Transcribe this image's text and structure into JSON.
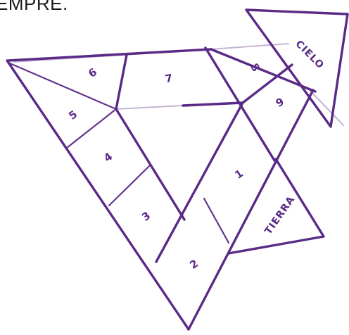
{
  "heading": "EMPRE.",
  "ink_color": "#5a2a86",
  "cells": {
    "c1": "1",
    "c2": "2",
    "c3": "3",
    "c4": "4",
    "c5": "5",
    "c6": "6",
    "c7": "7",
    "c8": "8",
    "c9": "9"
  },
  "labels": {
    "sky": "CIELO",
    "earth": "TIERRA"
  }
}
